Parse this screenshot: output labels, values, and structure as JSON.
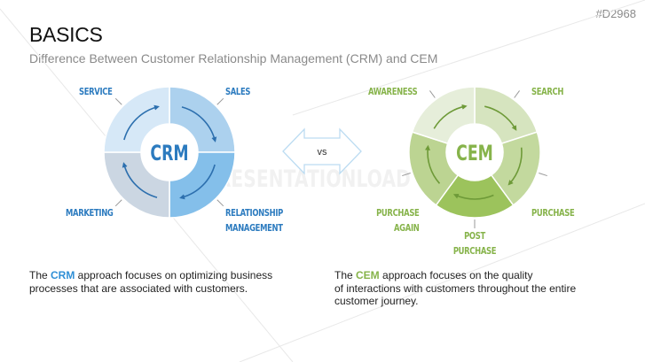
{
  "header": {
    "title": "BASICS",
    "subtitle": "Difference Between Customer Relationship Management (CRM) and CEM",
    "slide_code": "#D2968"
  },
  "watermark": "PRESENTATIONLOAD",
  "versus": {
    "label": "vs"
  },
  "crm": {
    "center_label": "CRM",
    "segments": [
      {
        "label": "SALES",
        "color": "#acd1ee"
      },
      {
        "label": "RELATIONSHIP MANAGEMENT",
        "line1": "RELATIONSHIP",
        "line2": "MANAGEMENT",
        "color": "#84bfea"
      },
      {
        "label": "MARKETING",
        "color": "#cbd6e2"
      },
      {
        "label": "SERVICE",
        "color": "#d6e8f7"
      }
    ],
    "accent_color": "#2c7bbf",
    "description": {
      "prefix": "The ",
      "highlight": "CRM",
      "line1_rest": " approach focuses on optimizing business",
      "line2": "processes that are associated with customers."
    }
  },
  "cem": {
    "center_label": "CEM",
    "segments": [
      {
        "label": "SEARCH",
        "color": "#d6e4bf"
      },
      {
        "label": "PURCHASE",
        "color": "#c3d99e"
      },
      {
        "label": "POST PURCHASE",
        "line1": "POST",
        "line2": "PURCHASE",
        "color": "#9cc35c"
      },
      {
        "label": "PURCHASE AGAIN",
        "line1": "PURCHASE",
        "line2": "AGAIN",
        "color": "#bcd492"
      },
      {
        "label": "AWARENESS",
        "color": "#e6eeda"
      }
    ],
    "accent_color": "#86b34a",
    "description": {
      "prefix": "The ",
      "highlight": "CEM",
      "line1_rest": " approach focuses on the quality",
      "line2": "of interactions with customers throughout the entire",
      "line3": "customer journey."
    }
  }
}
